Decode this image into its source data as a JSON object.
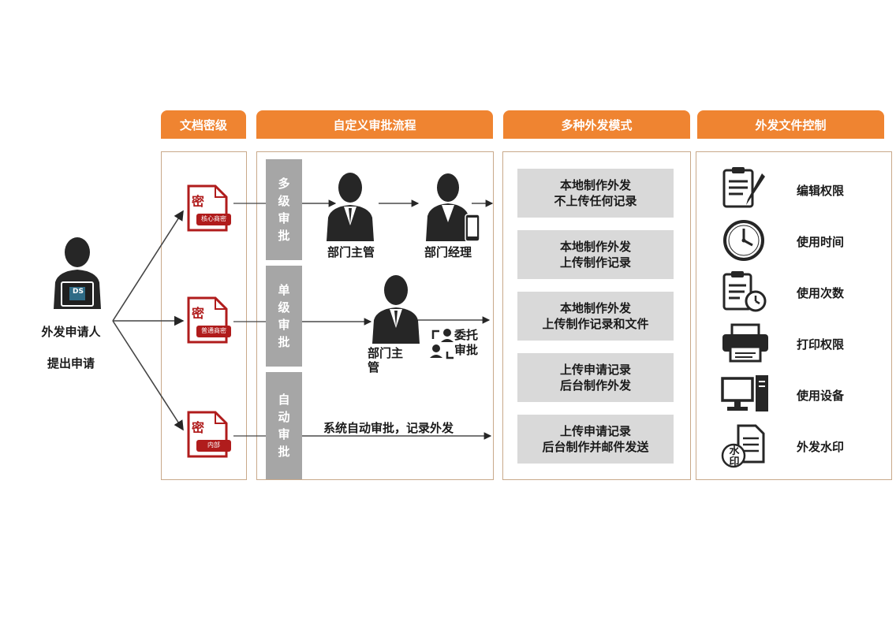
{
  "headers": {
    "doc_level": "文档密级",
    "custom_flow": "自定义审批流程",
    "modes": "多种外发模式",
    "file_control": "外发文件控制"
  },
  "applicant": {
    "line1": "外发申请人",
    "line2": "提出申请",
    "laptop_logo": "DS"
  },
  "classified_docs": [
    {
      "stamp": "密",
      "tag": "核心商密"
    },
    {
      "stamp": "密",
      "tag": "普通商密"
    },
    {
      "stamp": "密",
      "tag": "内部"
    }
  ],
  "flows": {
    "multi": {
      "label": [
        "多",
        "级",
        "审",
        "批"
      ],
      "step1": "部门主管",
      "step2": "部门经理"
    },
    "single": {
      "label": [
        "单",
        "级",
        "审",
        "批"
      ],
      "step1_line1": "部门主",
      "step1_line2": "管",
      "delegate_line1": "委托",
      "delegate_line2": "审批"
    },
    "auto": {
      "label": [
        "自",
        "动",
        "审",
        "批"
      ],
      "text": "系统自动审批，记录外发"
    }
  },
  "modes": [
    {
      "line1": "本地制作外发",
      "line2": "不上传任何记录"
    },
    {
      "line1": "本地制作外发",
      "line2": "上传制作记录"
    },
    {
      "line1": "本地制作外发",
      "line2": "上传制作记录和文件"
    },
    {
      "line1": "上传申请记录",
      "line2": "后台制作外发"
    },
    {
      "line1": "上传申请记录",
      "line2": "后台制作并邮件发送"
    }
  ],
  "controls": [
    {
      "label": "编辑权限",
      "icon": "clipboard-pen-icon"
    },
    {
      "label": "使用时间",
      "icon": "clock-icon"
    },
    {
      "label": "使用次数",
      "icon": "clipboard-timer-icon"
    },
    {
      "label": "打印权限",
      "icon": "printer-icon"
    },
    {
      "label": "使用设备",
      "icon": "desktop-computer-icon"
    },
    {
      "label": "外发水印",
      "icon": "watermark-document-icon",
      "badge_line1": "水",
      "badge_line2": "印"
    }
  ],
  "colors": {
    "header": "#ef8431",
    "stamp_red": "#b01c1c",
    "icon_dark": "#262626",
    "gray_label": "#a6a6a6",
    "mode_box": "#d9d9d9"
  }
}
